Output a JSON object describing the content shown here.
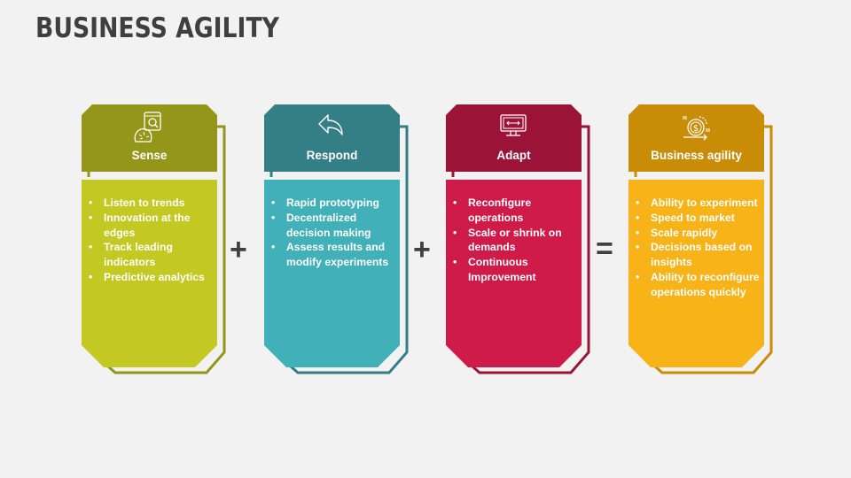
{
  "title": "BUSINESS AGILITY",
  "cards": [
    {
      "label": "Sense",
      "icon": "brain-magnifier-icon",
      "header_color": "#94961a",
      "body_color": "#c3c922",
      "outline_color": "#94961a",
      "items": [
        "Listen to trends",
        "Innovation at the edges",
        "Track leading indicators",
        "Predictive analytics"
      ]
    },
    {
      "label": "Respond",
      "icon": "reply-arrow-icon",
      "header_color": "#347f86",
      "body_color": "#42b0b9",
      "outline_color": "#347f86",
      "items": [
        "Rapid prototyping",
        "Decentralized decision making",
        "Assess results and modify experiments"
      ]
    },
    {
      "label": "Adapt",
      "icon": "monitor-resize-icon",
      "header_color": "#9b1437",
      "body_color": "#cf1b49",
      "outline_color": "#9b1437",
      "items": [
        "Reconfigure operations",
        "Scale or shrink on demands",
        "Continuous Improvement"
      ]
    },
    {
      "label": "Business agility",
      "icon": "dollar-gear-arrow-icon",
      "header_color": "#c88c06",
      "body_color": "#f7b318",
      "outline_color": "#c88c06",
      "items": [
        "Ability to experiment",
        "Speed to market",
        "Scale rapidly",
        "Decisions based on insights",
        "Ability to reconfigure operations quickly"
      ]
    }
  ],
  "operators": [
    "+",
    "+",
    "="
  ]
}
